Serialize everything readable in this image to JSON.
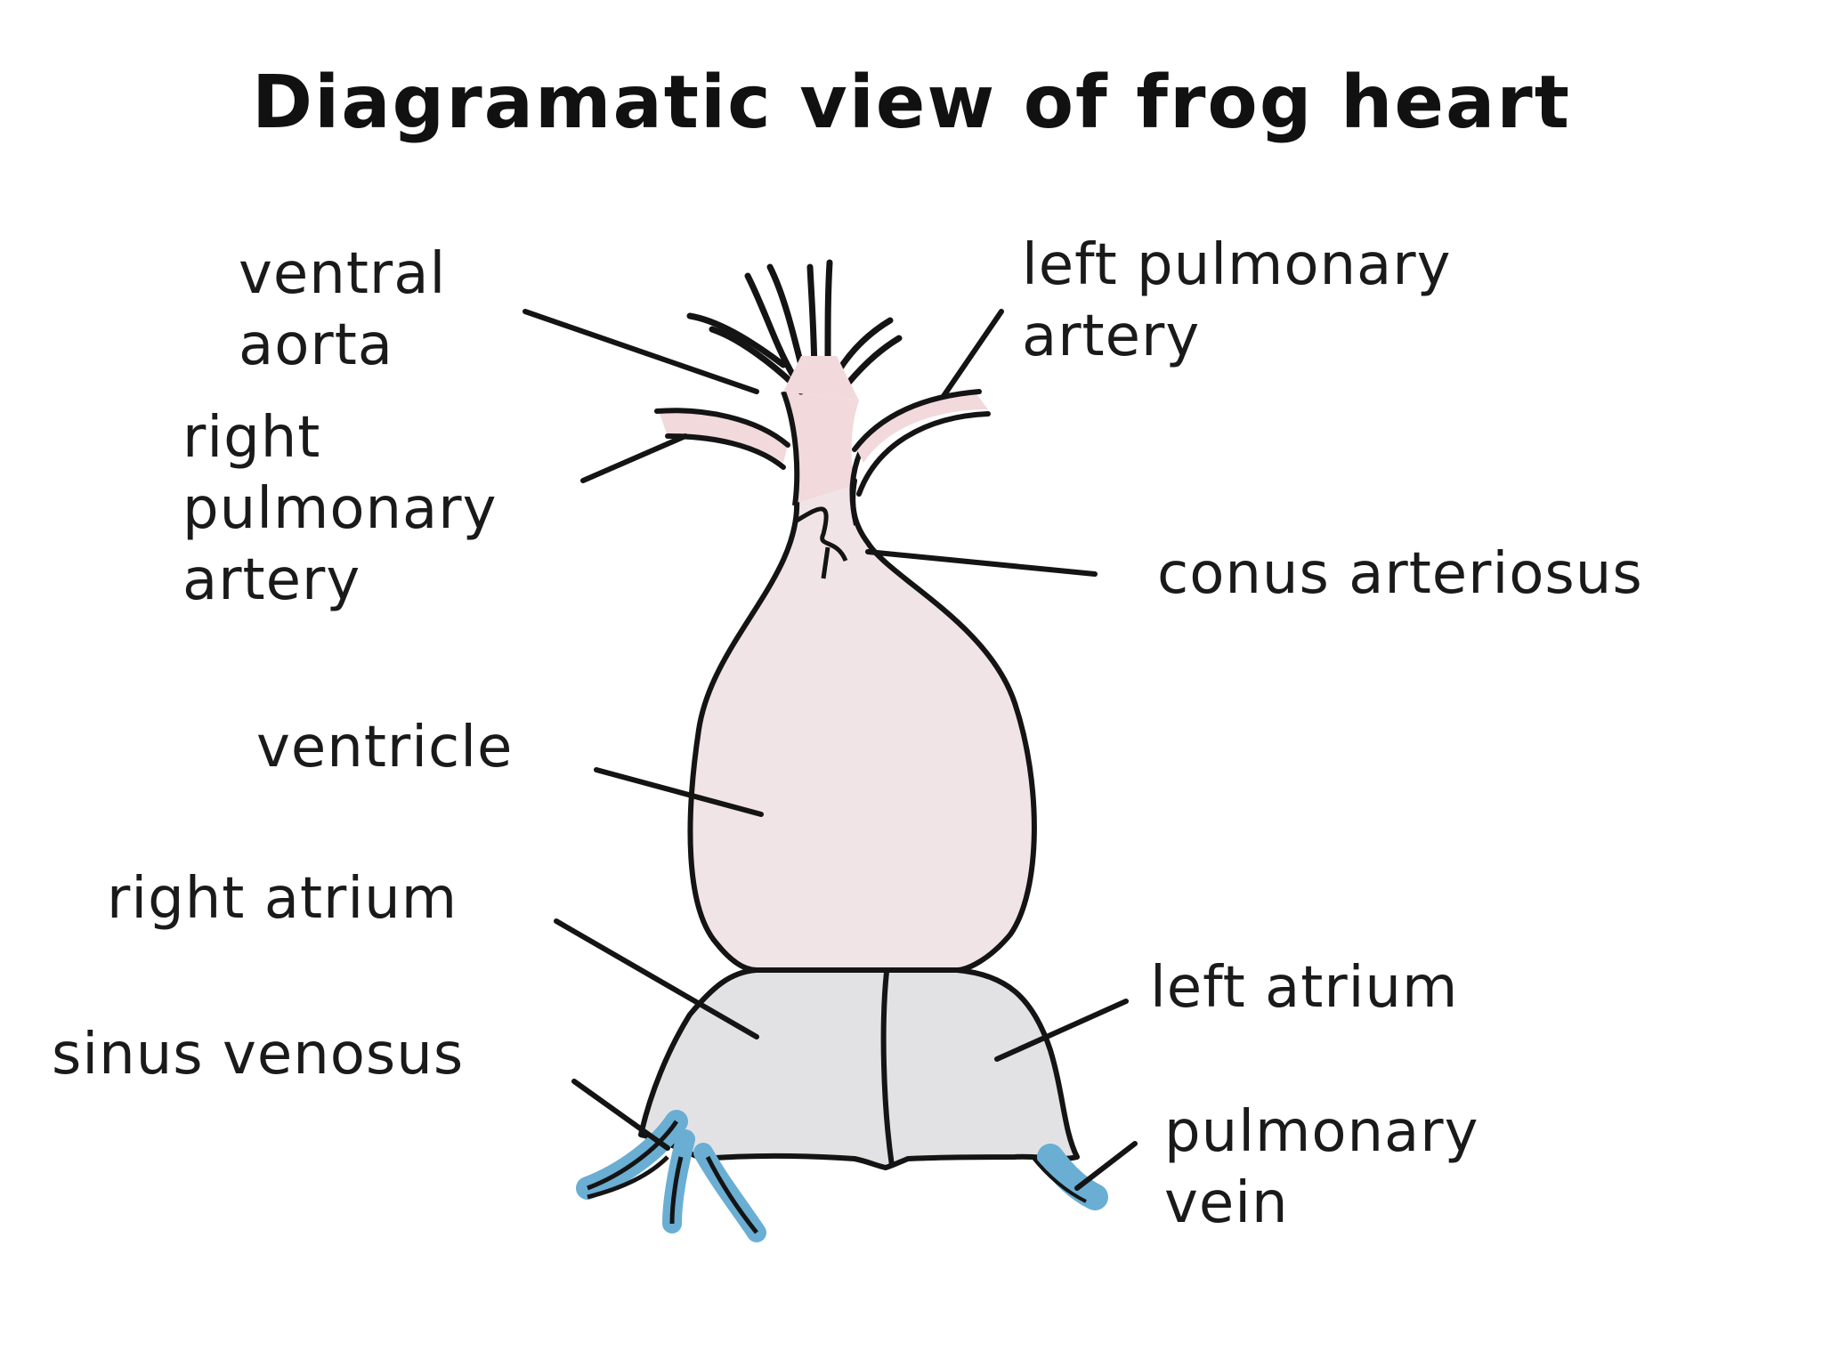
{
  "title": "Diagramatic view of frog heart",
  "labels": {
    "ventral_aorta": "ventral\naorta",
    "left_pulmonary_artery": "left pulmonary\nartery",
    "right_pulmonary_artery": "right\npulmonary\nartery",
    "conus_arteriosus": "conus arteriosus",
    "ventricle": "ventricle",
    "right_atrium": "right atrium",
    "left_atrium": "left atrium",
    "sinus_venosus": "sinus venosus",
    "pulmonary_vein": "pulmonary\nvein"
  },
  "colors": {
    "ventricle_fill": "#f1e4e6",
    "artery_fill": "#f2d9dc",
    "atrium_fill": "#e2e2e4",
    "vein_fill": "#6aaed3",
    "outline": "#141414"
  }
}
